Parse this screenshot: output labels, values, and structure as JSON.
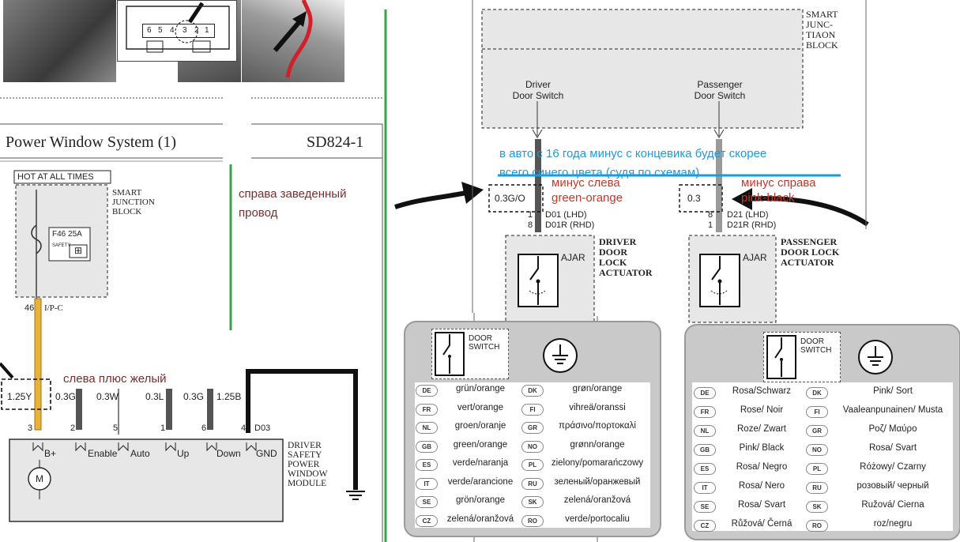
{
  "photo_connector": {
    "pins": [
      "6",
      "5",
      "4",
      "3",
      "2",
      "1"
    ]
  },
  "left": {
    "title": "Power Window System (1)",
    "code": "SD824-1",
    "hot": "HOT AT ALL TIMES",
    "sjb": [
      "SMART",
      "JUNCTION",
      "BLOCK"
    ],
    "fuse": "F46 25A",
    "fuse_sub": "SAFETY",
    "pin46": "46",
    "pin46_conn": "I/P-C",
    "wires": [
      "1.25Y",
      "0.3G",
      "0.3W",
      "0.3L",
      "0.3G",
      "1.25B"
    ],
    "pins": [
      "3",
      "2",
      "5",
      "1",
      "6",
      "4"
    ],
    "d03": "D03",
    "module_pins": [
      "B+",
      "Enable",
      "Auto",
      "Up",
      "Down",
      "GND"
    ],
    "motor": "M",
    "module": [
      "DRIVER",
      "SAFETY",
      "POWER",
      "WINDOW",
      "MODULE"
    ]
  },
  "notes": {
    "right_wire": [
      "справа заведенный",
      "провод"
    ],
    "left_plus": "слева плюс желый",
    "blue_note": [
      "в авто с 16 года минус с концевика будет скорее",
      "всего синего цвета (судя по схемам)"
    ],
    "minus_left": [
      "минус слева",
      "green-orange"
    ],
    "minus_right": [
      "минус справа",
      "pink-black"
    ]
  },
  "right": {
    "sjb": [
      "SMART",
      "JUNC-",
      "TIAON",
      "BLOCK"
    ],
    "driver_switch": [
      "Driver",
      "Door Switch"
    ],
    "pass_switch": [
      "Passenger",
      "Door Switch"
    ],
    "wire_left": "0.3G/O",
    "wire_right": "0.3",
    "left_pins": [
      "1",
      "8"
    ],
    "left_conn": [
      "D01 (LHD)",
      "D01R (RHD)"
    ],
    "right_pins": [
      "8",
      "1"
    ],
    "right_conn": [
      "D21 (LHD)",
      "D21R (RHD)"
    ],
    "driver_actuator": [
      "DRIVER",
      "DOOR",
      "LOCK",
      "ACTUATOR"
    ],
    "pass_actuator": [
      "PASSENGER",
      "DOOR LOCK",
      "ACTUATOR"
    ],
    "ajar": "AJAR"
  },
  "legend_left": {
    "title": [
      "DOOR",
      "SWITCH"
    ],
    "rows": [
      {
        "c1": "DE",
        "t1": "grün/orange",
        "c2": "DK",
        "t2": "grøn/orange"
      },
      {
        "c1": "FR",
        "t1": "vert/orange",
        "c2": "FI",
        "t2": "vihreä/oranssi"
      },
      {
        "c1": "NL",
        "t1": "groen/oranje",
        "c2": "GR",
        "t2": "πράσινο/πορτοκαλί"
      },
      {
        "c1": "GB",
        "t1": "green/orange",
        "c2": "NO",
        "t2": "grønn/orange"
      },
      {
        "c1": "ES",
        "t1": "verde/naranja",
        "c2": "PL",
        "t2": "zielony/pomarańczowy"
      },
      {
        "c1": "IT",
        "t1": "verde/arancione",
        "c2": "RU",
        "t2": "зеленый/оранжевый"
      },
      {
        "c1": "SE",
        "t1": "grön/orange",
        "c2": "SK",
        "t2": "zelená/oranžová"
      },
      {
        "c1": "CZ",
        "t1": "zelená/oranžová",
        "c2": "RO",
        "t2": "verde/portocaliu"
      }
    ]
  },
  "legend_right": {
    "title": [
      "DOOR",
      "SWITCH"
    ],
    "rows": [
      {
        "c1": "DE",
        "t1": "Rosa/Schwarz",
        "c2": "DK",
        "t2": "Pink/ Sort"
      },
      {
        "c1": "FR",
        "t1": "Rose/ Noir",
        "c2": "FI",
        "t2": "Vaaleanpunainen/ Musta"
      },
      {
        "c1": "NL",
        "t1": "Roze/ Zwart",
        "c2": "GR",
        "t2": "Ροζ/ Μαύρο"
      },
      {
        "c1": "GB",
        "t1": "Pink/ Black",
        "c2": "NO",
        "t2": "Rosa/ Svart"
      },
      {
        "c1": "ES",
        "t1": "Rosa/ Negro",
        "c2": "PL",
        "t2": "Różowy/ Czarny"
      },
      {
        "c1": "IT",
        "t1": "Rosa/ Nero",
        "c2": "RU",
        "t2": "розовый/ черный"
      },
      {
        "c1": "SE",
        "t1": "Rosa/ Svart",
        "c2": "SK",
        "t2": "Ružová/ Cierna"
      },
      {
        "c1": "CZ",
        "t1": "Růžová/ Černá",
        "c2": "RO",
        "t2": "roz/negru"
      }
    ]
  },
  "colors": {
    "yellow_wire": "#e6b23a",
    "green_line": "#3aa04a",
    "blue_line": "#1e9bd7",
    "red_note": "#c0392b",
    "brown_note": "#7a2e2e",
    "grey_wire": "#555555"
  }
}
